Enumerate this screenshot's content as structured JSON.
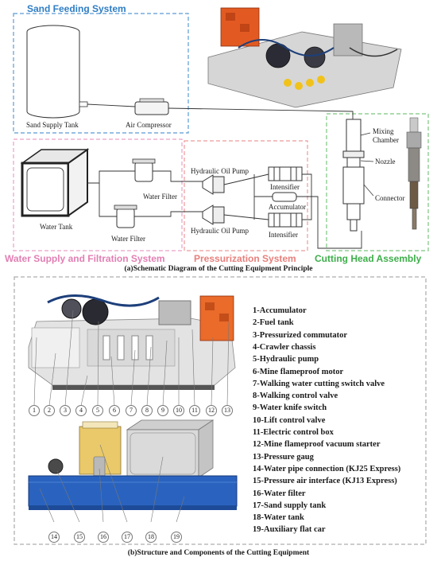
{
  "part_a": {
    "caption": "(a)Schematic Diagram of the Cutting Equipment Principle",
    "systems": {
      "sand_feeding": {
        "title": "Sand Feeding System",
        "color": "#2e7dc4"
      },
      "water_supply": {
        "title": "Water Supply and Filtration System",
        "color": "#e27fb3"
      },
      "pressurization": {
        "title": "Pressurization System",
        "color": "#e7807c"
      },
      "cutting_head": {
        "title": "Cutting Head Assembly",
        "color": "#3dae4a"
      }
    },
    "labels": {
      "sand_supply_tank": "Sand Supply Tank",
      "air_compressor": "Air Compressor",
      "water_tank": "Water Tank",
      "water_filter_1": "Water Filter",
      "water_filter_2": "Water Filter",
      "hydraulic_pump_1": "Hydraulic Oil Pump",
      "hydraulic_pump_2": "Hydraulic Oil Pump",
      "intensifier_1": "Intensifier",
      "intensifier_2": "Intensifier",
      "accumulator": "Accumulator",
      "mixing_chamber_1": "Mixing",
      "mixing_chamber_2": "Chamber",
      "nozzle": "Nozzle",
      "connector": "Connector"
    }
  },
  "part_b": {
    "caption": "(b)Structure and Components of the Cutting Equipment",
    "components": [
      "1-Accumulator",
      "2-Fuel tank",
      "3-Pressurized commutator",
      "4-Crawler chassis",
      "5-Hydraulic pump",
      "6-Mine flameproof motor",
      "7-Walking water cutting switch valve",
      "8-Walking control valve",
      "9-Water knife switch",
      "10-Lift control valve",
      "11-Electric control box",
      "12-Mine flameproof vacuum starter",
      "13-Pressure gaug",
      "14-Water pipe connection (KJ25 Express)",
      "15-Pressure air interface (KJ13 Express)",
      "16-Water filter",
      "17-Sand supply tank",
      "18-Water tank",
      "19-Auxiliary flat car"
    ],
    "callouts_top": [
      "1",
      "2",
      "3",
      "4",
      "5",
      "6",
      "7",
      "8",
      "9",
      "10",
      "11",
      "12",
      "13"
    ],
    "callouts_bottom": [
      "14",
      "15",
      "16",
      "17",
      "18",
      "19"
    ]
  }
}
